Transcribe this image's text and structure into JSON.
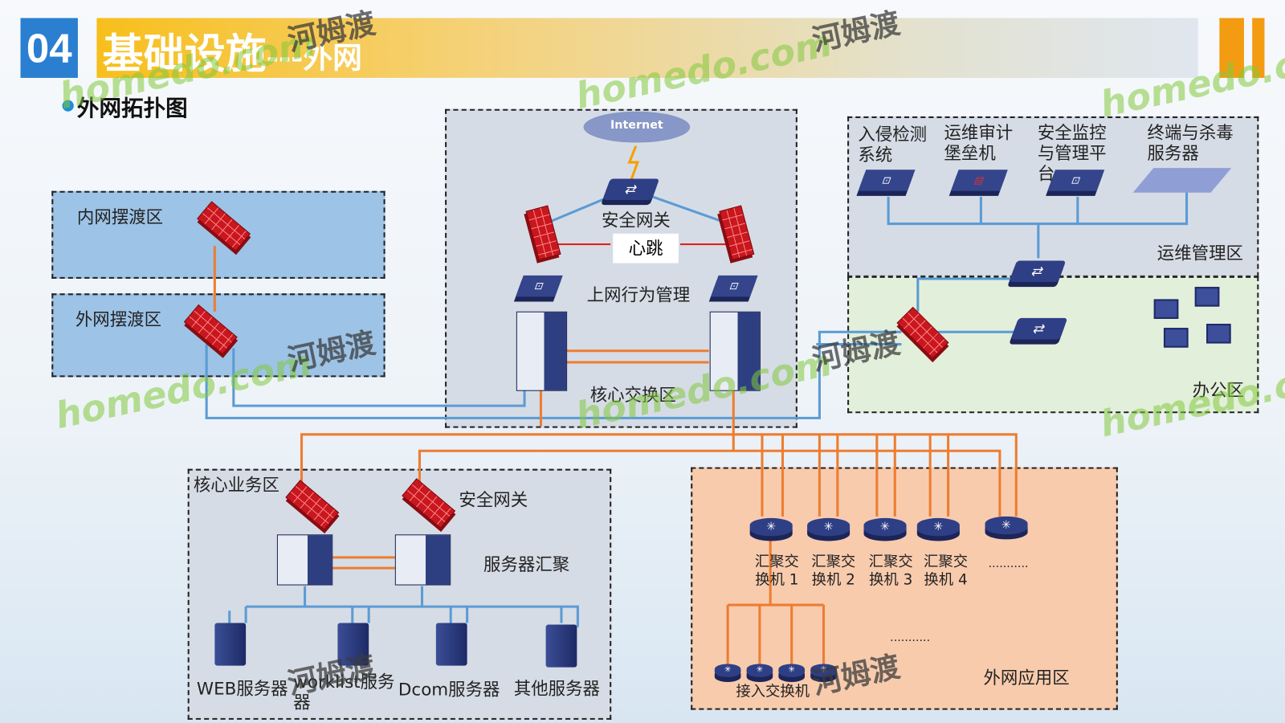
{
  "header": {
    "number": "04",
    "title_main": "基础设施",
    "title_sep": "---",
    "title_sub": "外网"
  },
  "subtitle": "外网拓扑图",
  "zones": {
    "inner_ferry": "内网摆渡区",
    "outer_ferry": "外网摆渡区",
    "core_switch": "核心交换区",
    "ops": "运维管理区",
    "office": "办公区",
    "core_business": "核心业务区",
    "app": "外网应用区"
  },
  "center": {
    "internet": "Internet",
    "gateway": "安全网关",
    "heartbeat": "心跳",
    "behavior": "上网行为管理"
  },
  "ops_devices": [
    "入侵检测系统",
    "运维审计堡垒机",
    "安全监控与管理平台",
    "终端与杀毒服务器"
  ],
  "core_business": {
    "gateway": "安全网关",
    "aggregation": "服务器汇聚",
    "servers": [
      "WEB服务器",
      "worklist服务器",
      "Dcom服务器",
      "其他服务器"
    ]
  },
  "app": {
    "agg_switches": [
      "汇聚交换机 1",
      "汇聚交换机 2",
      "汇聚交换机 3",
      "汇聚交换机 4"
    ],
    "more": "...........",
    "more2": "...........",
    "access": "接入交换机"
  },
  "watermark": {
    "site": "homedo.com",
    "brand": "河姆渡"
  },
  "colors": {
    "blue_link": "#5b9bd5",
    "orange_link": "#ed7d31",
    "accent": "#2a7fd0"
  }
}
